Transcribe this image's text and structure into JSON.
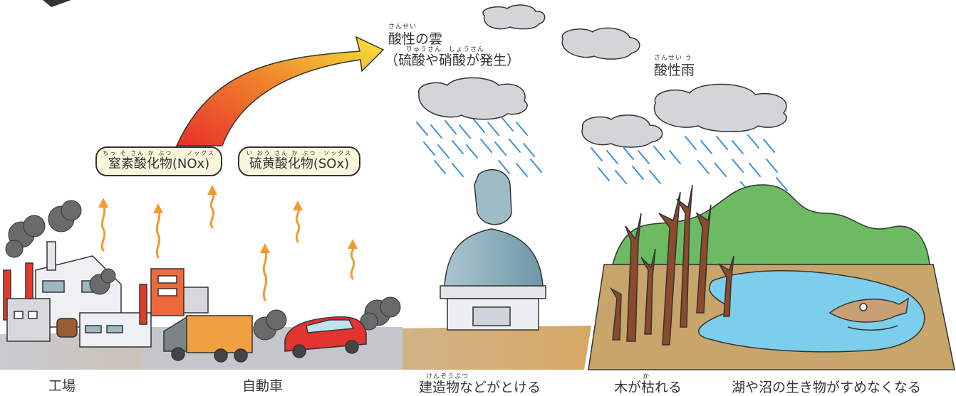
{
  "labels": {
    "acid_cloud_ruby": "さんせい",
    "acid_cloud": "酸性の雲",
    "acid_cloud_sub_ruby": "りゅうさん　しょうさん",
    "acid_cloud_sub": "（硫酸や硝酸が発生）",
    "acid_rain_ruby": "さんせい う",
    "acid_rain": "酸性雨",
    "nox_ruby": "ちっ そ さん か ぶつ　　ノックス",
    "nox": "窒素酸化物(NOx)",
    "sox_ruby": "い おう さん か ぶつ　ソックス",
    "sox": "硫黄酸化物(SOx)",
    "factory": "工場",
    "car": "自動車",
    "buildings_ruby": "けんぞうぶつ",
    "buildings": "建造物などがとける",
    "trees_ruby": "か",
    "trees": "木が枯れる",
    "lake": "湖や沼の生き物がすめなくなる"
  },
  "colors": {
    "arrow_start": "#e8302a",
    "arrow_end": "#f7e53b",
    "ground_left": "#c9cbd0",
    "ground_right": "#c8a56a",
    "rain": "#3f8fd8",
    "fumes": "#f39a2b",
    "hill": "#6cbb63",
    "water": "#7ccfec",
    "tree": "#8b4a2b",
    "statue": "#8fb2bf",
    "smoke": "#6a6a6a",
    "car": "#e3352f",
    "truck": "#f0a040"
  },
  "icons": [
    "cloud-icon",
    "rain-icon",
    "factory-icon",
    "truck-icon",
    "car-icon",
    "statue-icon",
    "dead-tree-icon",
    "fish-icon",
    "smoke-icon",
    "fume-arrow-icon"
  ]
}
